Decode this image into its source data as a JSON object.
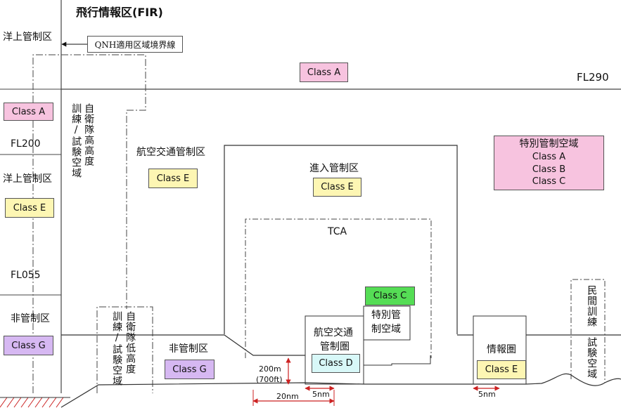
{
  "title": "飛行情報区(FIR)",
  "qnh_label": "QNH適用区域境界線",
  "left": {
    "oceanic1": "洋上管制区",
    "classA": "Class A",
    "fl200": "FL200",
    "oceanic2": "洋上管制区",
    "classE": "Class E",
    "fl055": "FL055",
    "noncontrol": "非管制区",
    "classG": "Class G"
  },
  "top": {
    "classA": "Class A",
    "fl290": "FL290"
  },
  "sdf_high": {
    "col1": "自衛隊高高度",
    "col2": "訓練/試験空域"
  },
  "sdf_low": {
    "col1": "自衛隊低高度",
    "col2": "訓練/試験空域"
  },
  "atc_zone": {
    "name": "航空交通管制区",
    "class": "Class E"
  },
  "approach": {
    "name": "進入管制区",
    "class": "Class E"
  },
  "special": {
    "name": "特別管制空域",
    "classes": [
      "Class A",
      "Class B",
      "Class C"
    ]
  },
  "tca": "TCA",
  "classC": "Class C",
  "special_small": {
    "line1": "特別管",
    "line2": "制空域"
  },
  "atc_control_zone": {
    "line1": "航空交通",
    "line2": "管制圏",
    "class": "Class D"
  },
  "noncontrol_mid": {
    "name": "非管制区",
    "class": "Class G"
  },
  "info_zone": {
    "name": "情報圏",
    "class": "Class E"
  },
  "civil_training": {
    "col1": "民間訓練",
    "col2": "試験空域"
  },
  "dims": {
    "h200": "200m",
    "h700": "(700ft)",
    "nm20": "20nm",
    "nm5a": "5nm",
    "nm5b": "5nm"
  },
  "colors": {
    "pink": "#f7c3df",
    "yellow": "#fdf6b3",
    "purple": "#d6b8f2",
    "cyan": "#d8f8f8",
    "green": "#55dd55",
    "dimension": "#cc2222"
  }
}
